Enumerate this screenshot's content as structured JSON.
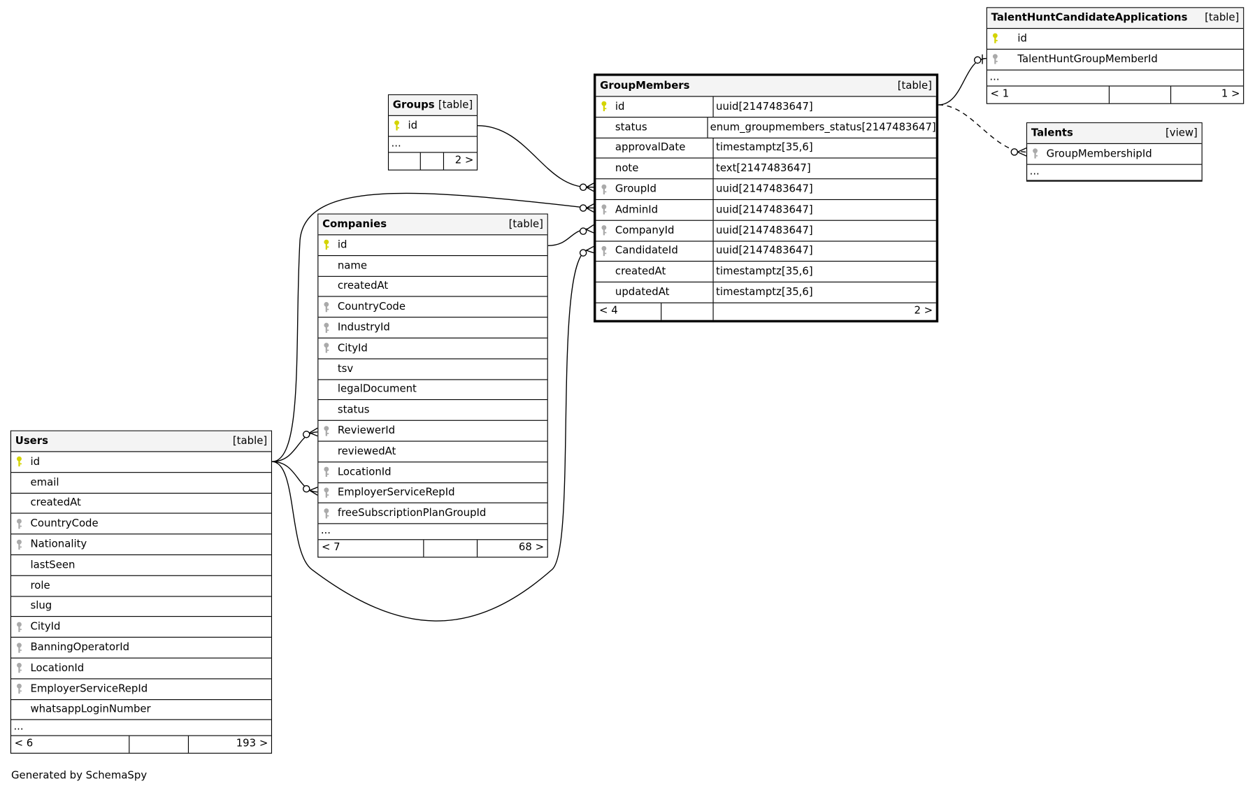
{
  "footer_text": "Generated by SchemaSpy",
  "colors": {
    "pk_key": "#d4d400",
    "fk_key": "#aaaaaa",
    "header_bg": "#f4f4f4"
  },
  "tables": [
    {
      "id": "thca",
      "name": "TalentHuntCandidateApplications",
      "kind": "[table]",
      "columns": [
        {
          "name": "id",
          "key": "pk"
        },
        {
          "name": "TalentHuntGroupMemberId",
          "key": "fk"
        }
      ],
      "more": "...",
      "footer": {
        "left": "< 1",
        "right": "1 >"
      }
    },
    {
      "id": "groupmembers",
      "name": "GroupMembers",
      "kind": "[table]",
      "focus": true,
      "columns": [
        {
          "name": "id",
          "key": "pk",
          "type": "uuid[2147483647]"
        },
        {
          "name": "status",
          "type": "enum_groupmembers_status[2147483647]"
        },
        {
          "name": "approvalDate",
          "type": "timestamptz[35,6]"
        },
        {
          "name": "note",
          "type": "text[2147483647]"
        },
        {
          "name": "GroupId",
          "key": "fk",
          "type": "uuid[2147483647]"
        },
        {
          "name": "AdminId",
          "key": "fk",
          "type": "uuid[2147483647]"
        },
        {
          "name": "CompanyId",
          "key": "fk",
          "type": "uuid[2147483647]"
        },
        {
          "name": "CandidateId",
          "key": "fk",
          "type": "uuid[2147483647]"
        },
        {
          "name": "createdAt",
          "type": "timestamptz[35,6]"
        },
        {
          "name": "updatedAt",
          "type": "timestamptz[35,6]"
        }
      ],
      "footer": {
        "left": "< 4",
        "right": "2 >"
      }
    },
    {
      "id": "groups",
      "name": "Groups",
      "kind": "[table]",
      "columns": [
        {
          "name": "id",
          "key": "pk"
        }
      ],
      "more": "...",
      "footer": {
        "left": "",
        "right": "2 >"
      }
    },
    {
      "id": "talents",
      "name": "Talents",
      "kind": "[view]",
      "columns": [
        {
          "name": "GroupMembershipId",
          "key": "fk"
        }
      ],
      "more": "..."
    },
    {
      "id": "companies",
      "name": "Companies",
      "kind": "[table]",
      "columns": [
        {
          "name": "id",
          "key": "pk"
        },
        {
          "name": "name"
        },
        {
          "name": "createdAt"
        },
        {
          "name": "CountryCode",
          "key": "fk"
        },
        {
          "name": "IndustryId",
          "key": "fk"
        },
        {
          "name": "CityId",
          "key": "fk"
        },
        {
          "name": "tsv"
        },
        {
          "name": "legalDocument"
        },
        {
          "name": "status"
        },
        {
          "name": "ReviewerId",
          "key": "fk"
        },
        {
          "name": "reviewedAt"
        },
        {
          "name": "LocationId",
          "key": "fk"
        },
        {
          "name": "EmployerServiceRepId",
          "key": "fk"
        },
        {
          "name": "freeSubscriptionPlanGroupId",
          "key": "fk"
        }
      ],
      "more": "...",
      "footer": {
        "left": "< 7",
        "right": "68 >"
      }
    },
    {
      "id": "users",
      "name": "Users",
      "kind": "[table]",
      "columns": [
        {
          "name": "id",
          "key": "pk"
        },
        {
          "name": "email"
        },
        {
          "name": "createdAt"
        },
        {
          "name": "CountryCode",
          "key": "fk"
        },
        {
          "name": "Nationality",
          "key": "fk"
        },
        {
          "name": "lastSeen"
        },
        {
          "name": "role"
        },
        {
          "name": "slug"
        },
        {
          "name": "CityId",
          "key": "fk"
        },
        {
          "name": "BanningOperatorId",
          "key": "fk"
        },
        {
          "name": "LocationId",
          "key": "fk"
        },
        {
          "name": "EmployerServiceRepId",
          "key": "fk"
        },
        {
          "name": "whatsappLoginNumber"
        }
      ],
      "more": "...",
      "footer": {
        "left": "< 6",
        "right": "193 >"
      }
    }
  ]
}
